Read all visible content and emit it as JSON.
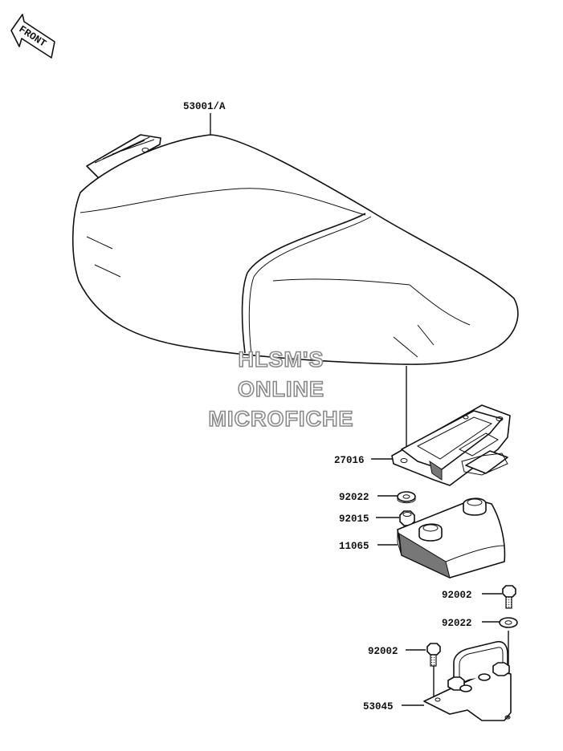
{
  "front_badge": "FRONT",
  "watermark": [
    "HLSM'S",
    "ONLINE",
    "MICROFICHE"
  ],
  "parts": {
    "seat": "53001/A",
    "bracket_top": "27016",
    "washer_1": "92022",
    "nut": "92015",
    "cover": "11065",
    "bolt_right": "92002",
    "washer_2": "92022",
    "bolt_left": "92002",
    "bracket_bottom": "53045"
  }
}
